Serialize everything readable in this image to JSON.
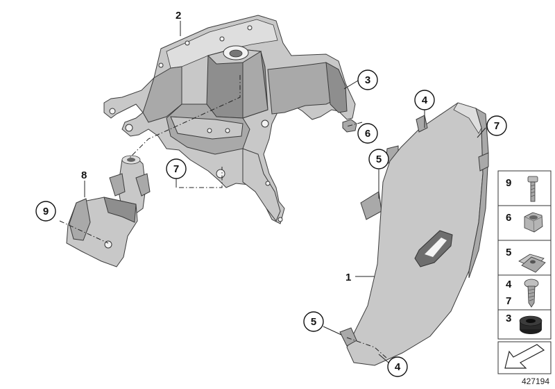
{
  "diagram": {
    "callouts": [
      {
        "id": "c2",
        "label": "2"
      },
      {
        "id": "c3",
        "label": "3"
      },
      {
        "id": "c6",
        "label": "6"
      },
      {
        "id": "c4a",
        "label": "4"
      },
      {
        "id": "c7a",
        "label": "7"
      },
      {
        "id": "c5a",
        "label": "5"
      },
      {
        "id": "c7b",
        "label": "7"
      },
      {
        "id": "c8",
        "label": "8"
      },
      {
        "id": "c9",
        "label": "9"
      },
      {
        "id": "c1",
        "label": "1"
      },
      {
        "id": "c5b",
        "label": "5"
      },
      {
        "id": "c4b",
        "label": "4"
      }
    ],
    "legend": [
      {
        "label": "9"
      },
      {
        "label": "6"
      },
      {
        "label": "5"
      },
      {
        "label": "4",
        "label2": "7"
      },
      {
        "label": "3"
      }
    ],
    "reference_number": "427194"
  }
}
